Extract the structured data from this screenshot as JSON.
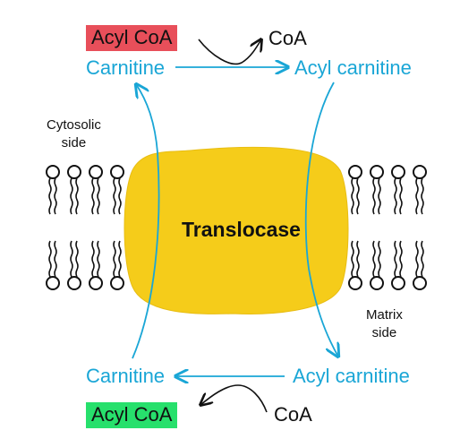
{
  "top": {
    "acyl_coa": "Acyl CoA",
    "acyl_coa_color": "#e84f5a",
    "coa": "CoA",
    "carnitine": "Carnitine",
    "acyl_carnitine": "Acyl carnitine"
  },
  "bottom": {
    "acyl_coa": "Acyl CoA",
    "acyl_coa_color": "#27e06c",
    "coa": "CoA",
    "carnitine": "Carnitine",
    "acyl_carnitine": "Acyl carnitine"
  },
  "cytosolic_side": {
    "line1": "Cytosolic",
    "line2": "side"
  },
  "matrix_side": {
    "line1": "Matrix",
    "line2": "side"
  },
  "translocase": "Translocase",
  "colors": {
    "cyan_text": "#1aa6d6",
    "protein": "#f5cc1a",
    "membrane": "#111111"
  }
}
